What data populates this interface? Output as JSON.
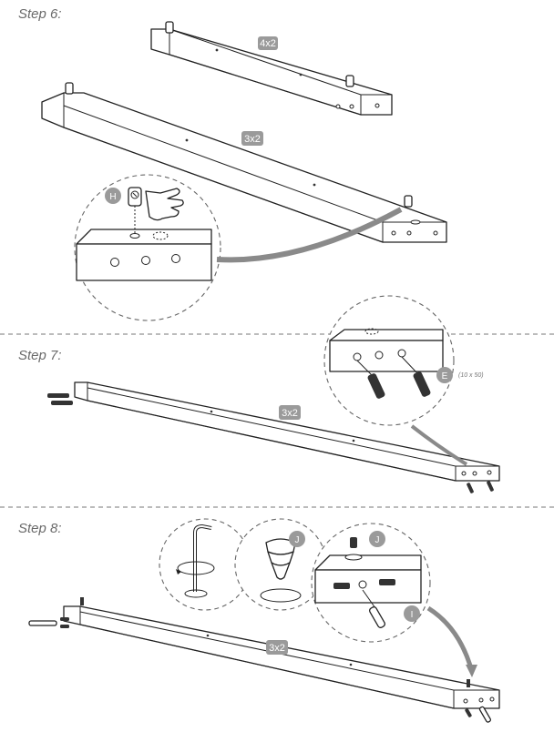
{
  "steps": [
    {
      "label": "Step 6:",
      "parts": [
        {
          "qty": "4x2"
        },
        {
          "qty": "3x2"
        }
      ],
      "hardware": [
        "H"
      ]
    },
    {
      "label": "Step 7:",
      "parts": [
        {
          "qty": "3x2"
        }
      ],
      "hardware": [
        "E"
      ],
      "note": "(10 x 50)"
    },
    {
      "label": "Step 8:",
      "parts": [
        {
          "qty": "3x2"
        }
      ],
      "hardware": [
        "J",
        "J",
        "I"
      ]
    }
  ],
  "colors": {
    "badge": "#9a9a9a",
    "arrow": "#8a8a8a",
    "line": "#222222"
  },
  "icons": [
    "cam-lock-icon",
    "hand-pointer-icon",
    "dowel-bolt-icon",
    "allen-key-icon",
    "cam-nut-icon",
    "wooden-dowel-icon"
  ]
}
